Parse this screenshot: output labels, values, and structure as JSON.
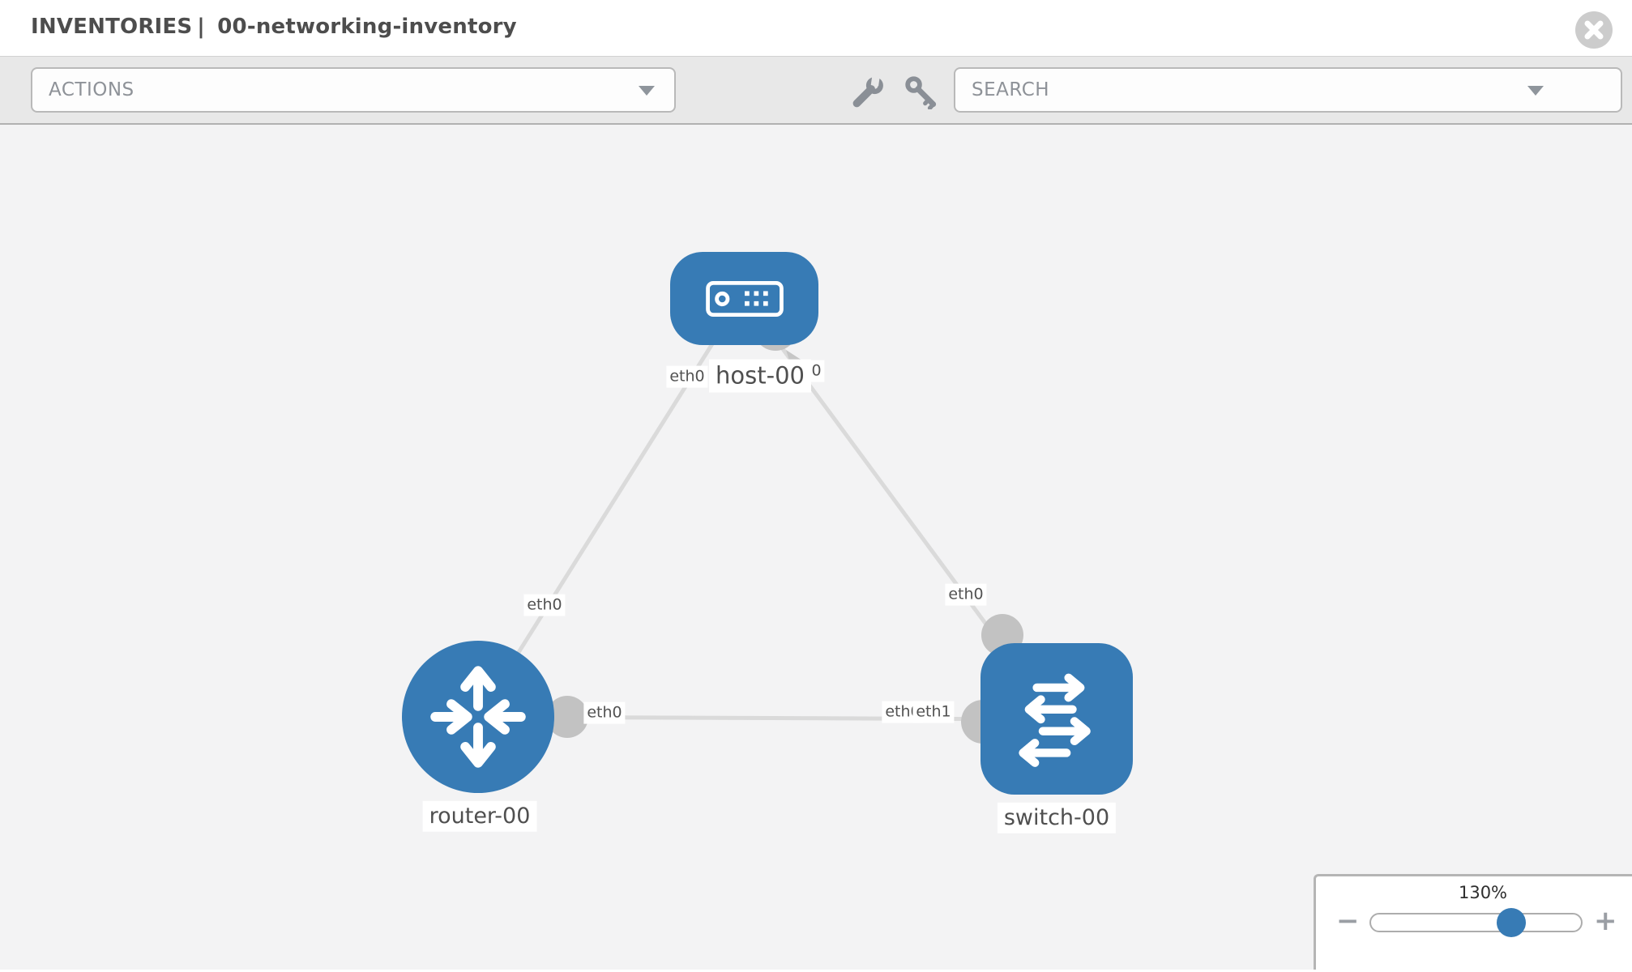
{
  "header": {
    "section": "INVENTORIES",
    "separator": "|",
    "inventory_name": "00-networking-inventory"
  },
  "toolbar": {
    "actions_placeholder": "ACTIONS",
    "search_placeholder": "SEARCH",
    "icons": [
      "wrench-icon",
      "key-icon"
    ]
  },
  "topology": {
    "nodes": [
      {
        "label": "host-00",
        "type": "host"
      },
      {
        "label": "router-00",
        "type": "router"
      },
      {
        "label": "switch-00",
        "type": "switch"
      }
    ],
    "links": [
      {
        "from": "host-00",
        "to": "router-00",
        "from_interface": "eth0",
        "to_interface": "eth0"
      },
      {
        "from": "host-00",
        "to": "switch-00",
        "from_interface": "eth0",
        "to_interface": "eth0"
      },
      {
        "from": "router-00",
        "to": "switch-00",
        "from_interface": "eth0",
        "to_interface": "eth1"
      }
    ],
    "labels": {
      "host_left": "eth0",
      "host_right": "eth0",
      "router_top": "eth0",
      "switch_top": "eth0",
      "mid_near_router": "eth0",
      "mid_near_switch_back": "eth0",
      "mid_near_switch_front": "eth1"
    }
  },
  "zoom_control": {
    "level": "130%",
    "minus": "−",
    "plus": "+"
  },
  "colors": {
    "node_blue": "#377bb5",
    "canvas_bg": "#f3f3f4",
    "toolbar_bg": "#e8e8e8",
    "link_gray": "#dadada",
    "connector_gray": "#c2c2c2",
    "placeholder_text": "#8e9298",
    "title_text": "#4d4d4d"
  }
}
